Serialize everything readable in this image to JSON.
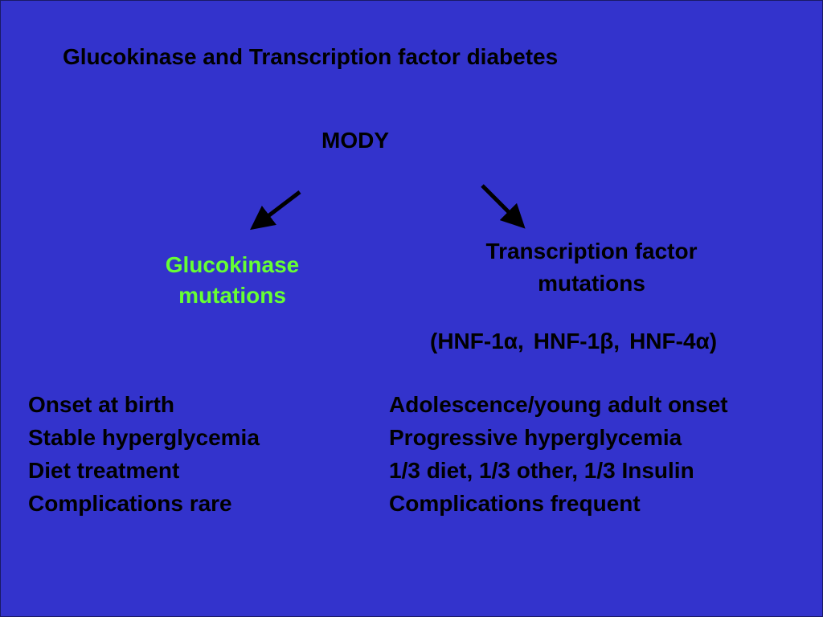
{
  "title": "Glucokinase and Transcription factor diabetes",
  "root": "MODY",
  "colors": {
    "background": "#3333cc",
    "text": "#000000",
    "glucokinase": "#66ff33"
  },
  "left": {
    "heading_line1": "Glucokinase",
    "heading_line2": "mutations",
    "features": [
      "Onset at birth",
      "Stable hyperglycemia",
      "Diet treatment",
      "Complications rare"
    ]
  },
  "right": {
    "heading_line1": "Transcription factor",
    "heading_line2": "mutations",
    "genes": [
      "(HNF-1α,",
      "HNF-1β,",
      "HNF-4α)"
    ],
    "features": [
      "Adolescence/young adult onset",
      "Progressive hyperglycemia",
      "1/3 diet, 1/3 other, 1/3 Insulin",
      "Complications frequent"
    ]
  }
}
